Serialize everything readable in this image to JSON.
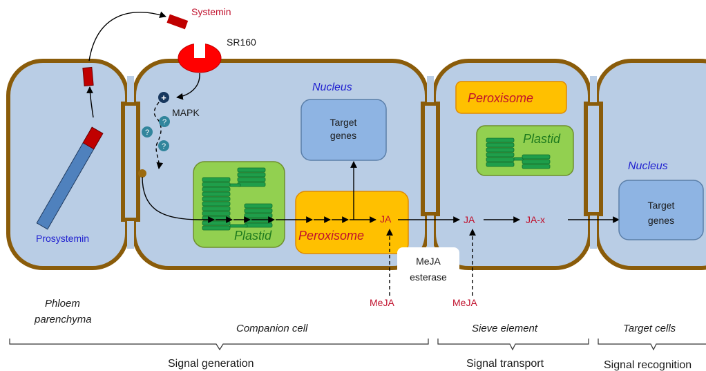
{
  "labels": {
    "systemin": "Systemin",
    "sr160": "SR160",
    "mapk": "MAPK",
    "prosystemin": "Prosystemin",
    "nucleus_left": "Nucleus",
    "nucleus_right": "Nucleus",
    "target_genes_left_1": "Target",
    "target_genes_left_2": "genes",
    "target_genes_right_1": "Target",
    "target_genes_right_2": "genes",
    "plastid_left": "Plastid",
    "plastid_right": "Plastid",
    "peroxisome_left": "Peroxisome",
    "peroxisome_right": "Peroxisome",
    "ja_1": "JA",
    "ja_2": "JA",
    "ja_x": "JA-x",
    "meja_esterase_1": "MeJA",
    "meja_esterase_2": "esterase",
    "meja_1": "MeJA",
    "meja_2": "MeJA",
    "plus": "+",
    "question": "?"
  },
  "cell_types": {
    "phloem_1": "Phloem",
    "phloem_2": "parenchyma",
    "companion": "Companion cell",
    "sieve": "Sieve element",
    "target": "Target cells"
  },
  "stages": {
    "generation": "Signal generation",
    "transport": "Signal transport",
    "recognition": "Signal recognition"
  },
  "colors": {
    "cell_fill": "#b9cde5",
    "cell_wall": "#8a5c0a",
    "receptor": "#ff0000",
    "systemin_block": "#c00000",
    "prosystemin_bar": "#4f81bd",
    "plastid": "#92d050",
    "thylakoid": "#1f9e4a",
    "peroxisome": "#ffc000",
    "genes_box": "#8eb4e3",
    "mapk_dot": "#17375e",
    "unknown_dot": "#31859c"
  }
}
